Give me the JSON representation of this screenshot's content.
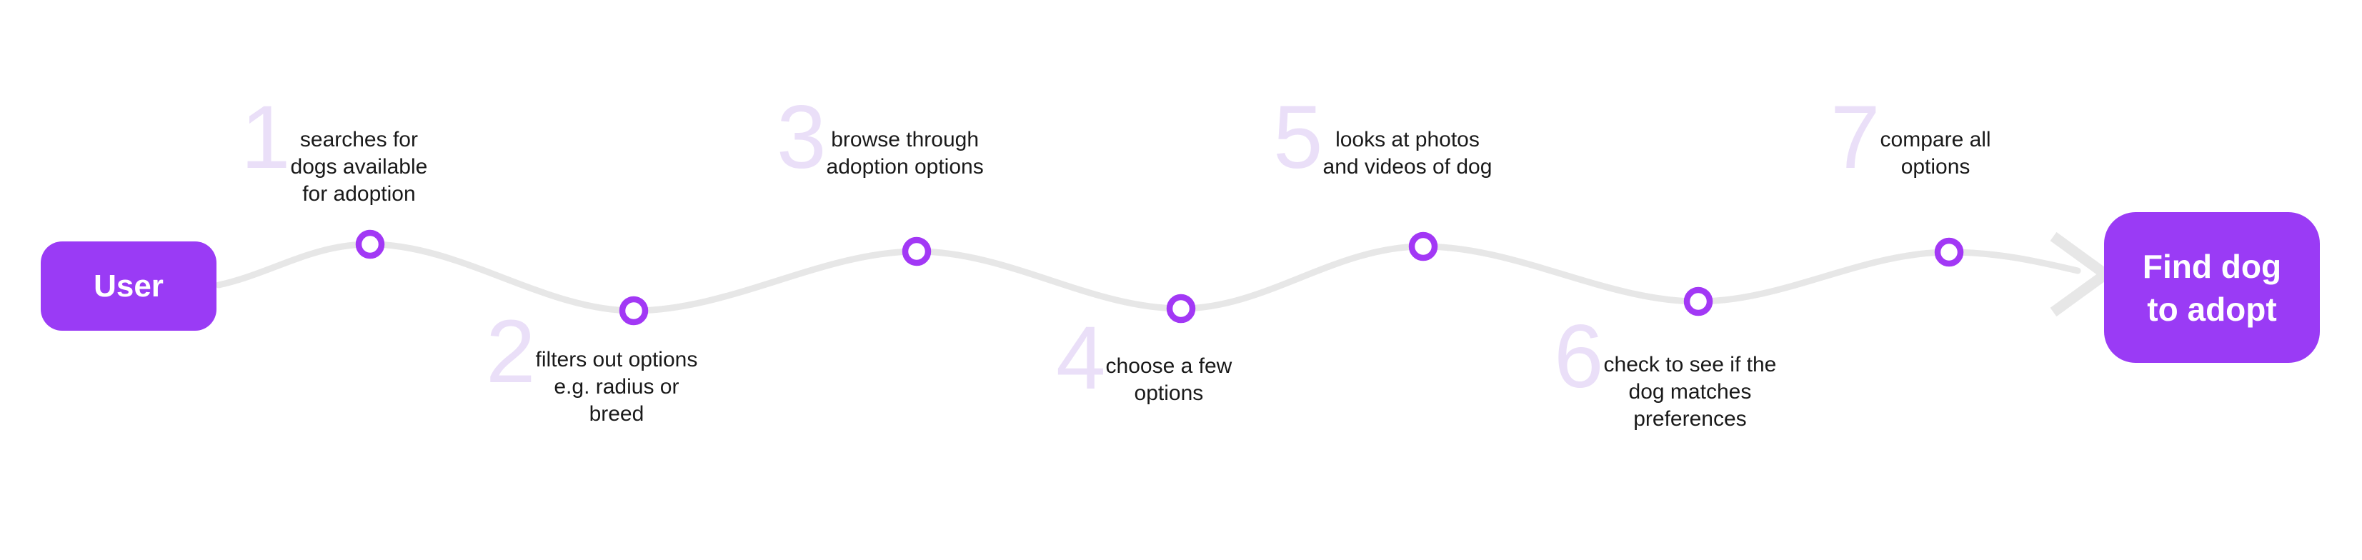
{
  "journey": {
    "start_label": "User",
    "end_label": "Find dog\nto adopt",
    "steps": [
      {
        "number": "1",
        "text": "searches for\ndogs available\nfor adoption"
      },
      {
        "number": "2",
        "text": "filters out options\ne.g. radius or\nbreed"
      },
      {
        "number": "3",
        "text": "browse through\nadoption options"
      },
      {
        "number": "4",
        "text": "choose a few\noptions"
      },
      {
        "number": "5",
        "text": "looks at photos\nand videos of dog"
      },
      {
        "number": "6",
        "text": "check to see if the\ndog matches\npreferences"
      },
      {
        "number": "7",
        "text": "compare all\noptions"
      }
    ],
    "colors": {
      "box_purple": "#9A3BF5",
      "node_purple": "#A238F5",
      "path_gray": "#E7E7E7",
      "number_lavender": "#EADFF8",
      "text_black": "#1A1A1A"
    }
  }
}
